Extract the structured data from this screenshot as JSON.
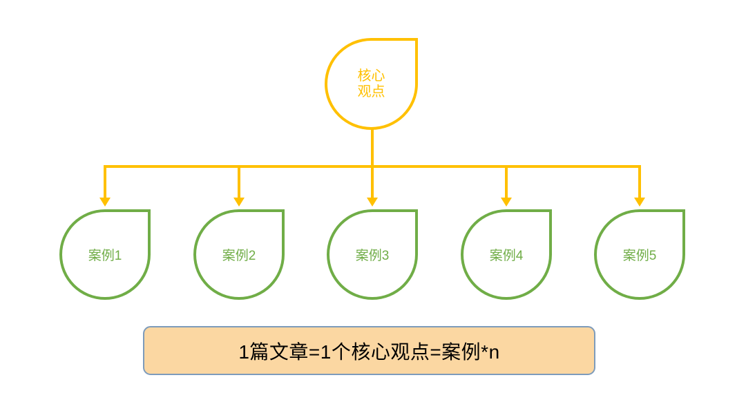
{
  "diagram": {
    "title": "core-viewpoint-cases-diagram",
    "root": {
      "label": "核心\n观点"
    },
    "cases": [
      {
        "label": "案例1"
      },
      {
        "label": "案例2"
      },
      {
        "label": "案例3"
      },
      {
        "label": "案例4"
      },
      {
        "label": "案例5"
      }
    ],
    "banner": {
      "text": "1篇文章=1个核心观点=案例*n"
    },
    "colors": {
      "root_accent": "#FFC000",
      "case_accent": "#70AD47",
      "banner_fill": "#FBD7A2",
      "banner_border": "#7D9BBB",
      "banner_text": "#000000",
      "background": "#FFFFFF"
    }
  }
}
